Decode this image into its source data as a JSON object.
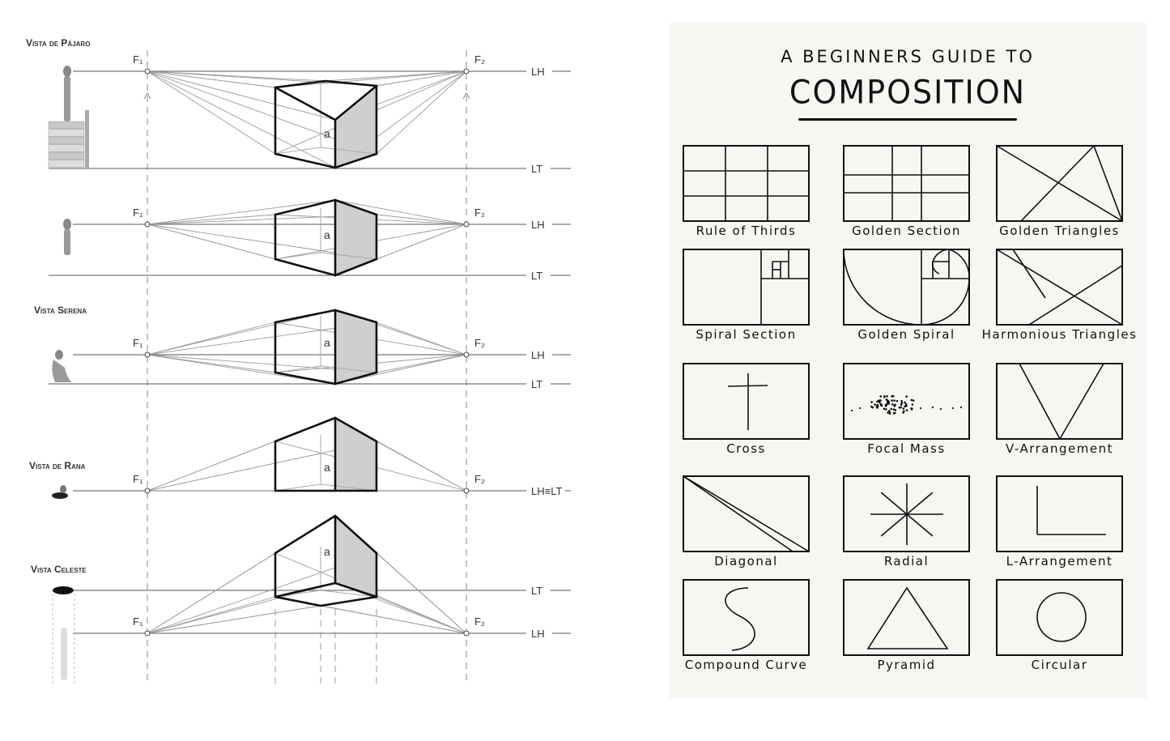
{
  "perspective": {
    "views": [
      {
        "title": "Vista de Pájaro",
        "horizon_label": "LH",
        "ground_label": "LT",
        "face_label": "a"
      },
      {
        "title": "",
        "horizon_label": "LH",
        "ground_label": "LT",
        "face_label": "a"
      },
      {
        "title": "Vista Serena",
        "horizon_label": "LH",
        "ground_label": "LT",
        "face_label": "a"
      },
      {
        "title": "Vista de Rana",
        "horizon_label": "LH≡LT",
        "ground_label": "",
        "face_label": "a"
      },
      {
        "title": "Vista Celeste",
        "horizon_label": "LH",
        "ground_label": "LT",
        "face_label": "a"
      }
    ],
    "vanishing_point_left": "F₁",
    "vanishing_point_right": "F₂"
  },
  "guide": {
    "title_line1": "A BEGINNERS GUIDE TO",
    "title_line2": "COMPOSITION",
    "items": [
      {
        "label": "Rule of Thirds",
        "type": "thirds"
      },
      {
        "label": "Golden Section",
        "type": "golden-section"
      },
      {
        "label": "Golden Triangles",
        "type": "golden-triangles"
      },
      {
        "label": "Spiral Section",
        "type": "spiral-section"
      },
      {
        "label": "Golden Spiral",
        "type": "golden-spiral"
      },
      {
        "label": "Harmonious Triangles",
        "type": "harmonious-triangles"
      },
      {
        "label": "Cross",
        "type": "cross"
      },
      {
        "label": "Focal Mass",
        "type": "focal-mass"
      },
      {
        "label": "V-Arrangement",
        "type": "v-arrangement"
      },
      {
        "label": "Diagonal",
        "type": "diagonal"
      },
      {
        "label": "Radial",
        "type": "radial"
      },
      {
        "label": "L-Arrangement",
        "type": "l-arrangement"
      },
      {
        "label": "Compound Curve",
        "type": "compound-curve"
      },
      {
        "label": "Pyramid",
        "type": "pyramid"
      },
      {
        "label": "Circular",
        "type": "circular"
      }
    ]
  }
}
